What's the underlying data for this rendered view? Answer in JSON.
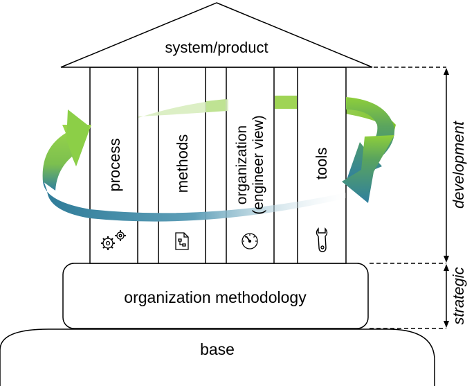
{
  "roof": {
    "label": "system/product"
  },
  "pillars": [
    {
      "label": "process",
      "icon": "gears-icon"
    },
    {
      "label": "methods",
      "icon": "document-diagram-icon"
    },
    {
      "label": "organization",
      "label_line2": "(engineer view)",
      "icon": "gauge-icon"
    },
    {
      "label": "tools",
      "icon": "wrench-icon"
    }
  ],
  "foundation": {
    "label": "organization methodology"
  },
  "base": {
    "label": "base"
  },
  "brackets": {
    "development": "development",
    "strategic": "strategic"
  },
  "colors": {
    "arrow_green": "#8fcf3a",
    "arrow_blue": "#2f7f9f",
    "stroke": "#000000"
  }
}
